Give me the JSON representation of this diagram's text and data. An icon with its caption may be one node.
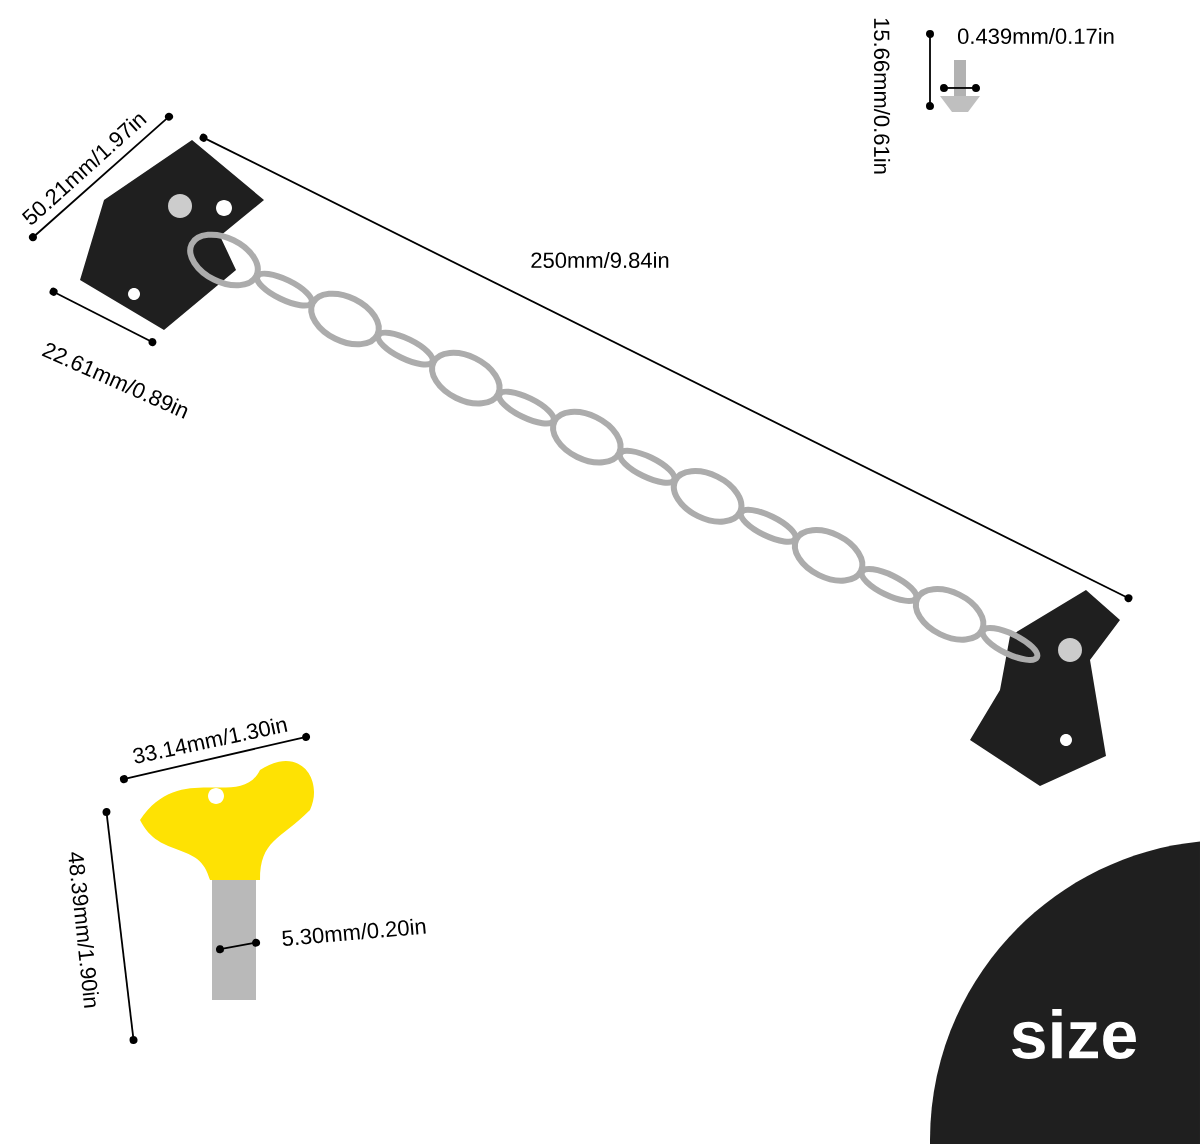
{
  "diagram": {
    "labels": [
      "15.66mm/0.61in",
      "0.439mm/0.17in",
      "50.21mm/1.97in",
      "250mm/9.84in",
      "22.61mm/0.89in",
      "33.14mm/1.30in",
      "48.39mm/1.90in",
      "5.30mm/0.20in",
      "size"
    ]
  }
}
